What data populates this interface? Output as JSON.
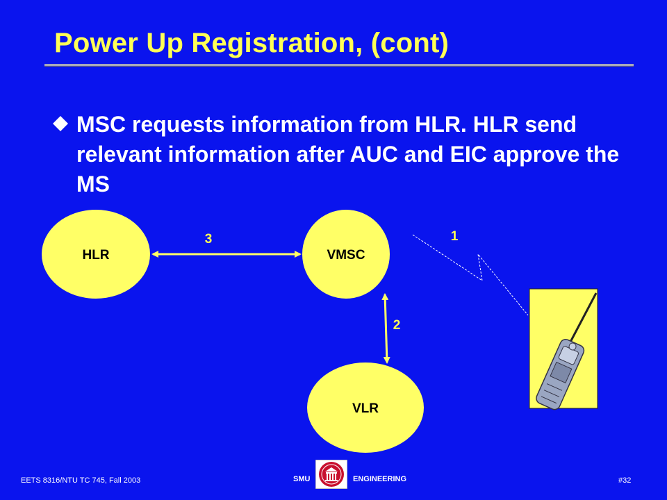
{
  "title": "Power Up Registration, (cont)",
  "bullet": {
    "icon": "diamond-bullet-icon",
    "text": "MSC requests information from HLR. HLR send relevant information after AUC and EIC approve the MS"
  },
  "diagram": {
    "nodes": {
      "hlr": "HLR",
      "vmsc": "VMSC",
      "vlr": "VLR"
    },
    "edges": {
      "hlr_vmsc": "3",
      "vmsc_vlr": "2",
      "radio": "1"
    },
    "phone_icon": "mobile-phone-icon",
    "colors": {
      "node_fill": "#ffff66",
      "background": "#0a14ee",
      "title": "#ffff55"
    }
  },
  "footer": {
    "left": "EETS 8316/NTU TC 745,  Fall 2003",
    "right": "#32",
    "smu": "SMU",
    "engineering": "ENGINEERING",
    "logo_icon": "smu-seal-icon"
  }
}
